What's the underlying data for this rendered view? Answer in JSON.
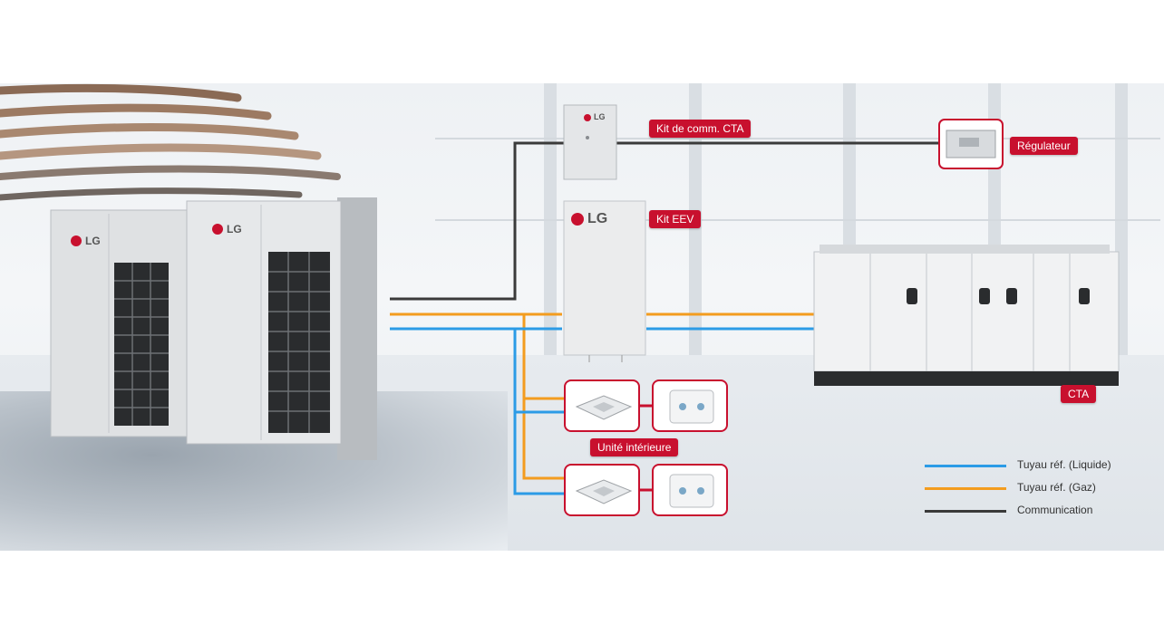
{
  "labels": {
    "ahu_comm_kit": "Kit de comm. CTA",
    "regulator": "Régulateur",
    "eev_kit": "Kit EEV",
    "ahu": "CTA",
    "indoor_unit": "Unité intérieure"
  },
  "brand": {
    "logo_text": "LG",
    "color": "#c8102e"
  },
  "legend": [
    {
      "label": "Tuyau réf. (Liquide)",
      "color": "#2b9be6"
    },
    {
      "label": "Tuyau réf. (Gaz)",
      "color": "#f39c1f"
    },
    {
      "label": "Communication",
      "color": "#3a3a3a"
    }
  ],
  "pipe_colors": {
    "liquid": "#2b9be6",
    "gas": "#f39c1f",
    "communication": "#3a3a3a"
  },
  "icons": [
    "outdoor-unit-icon",
    "comm-kit-box-icon",
    "eev-kit-box-icon",
    "regulator-icon",
    "ahu-icon",
    "cassette-unit-icon",
    "remote-controller-icon",
    "lg-logo-icon"
  ]
}
